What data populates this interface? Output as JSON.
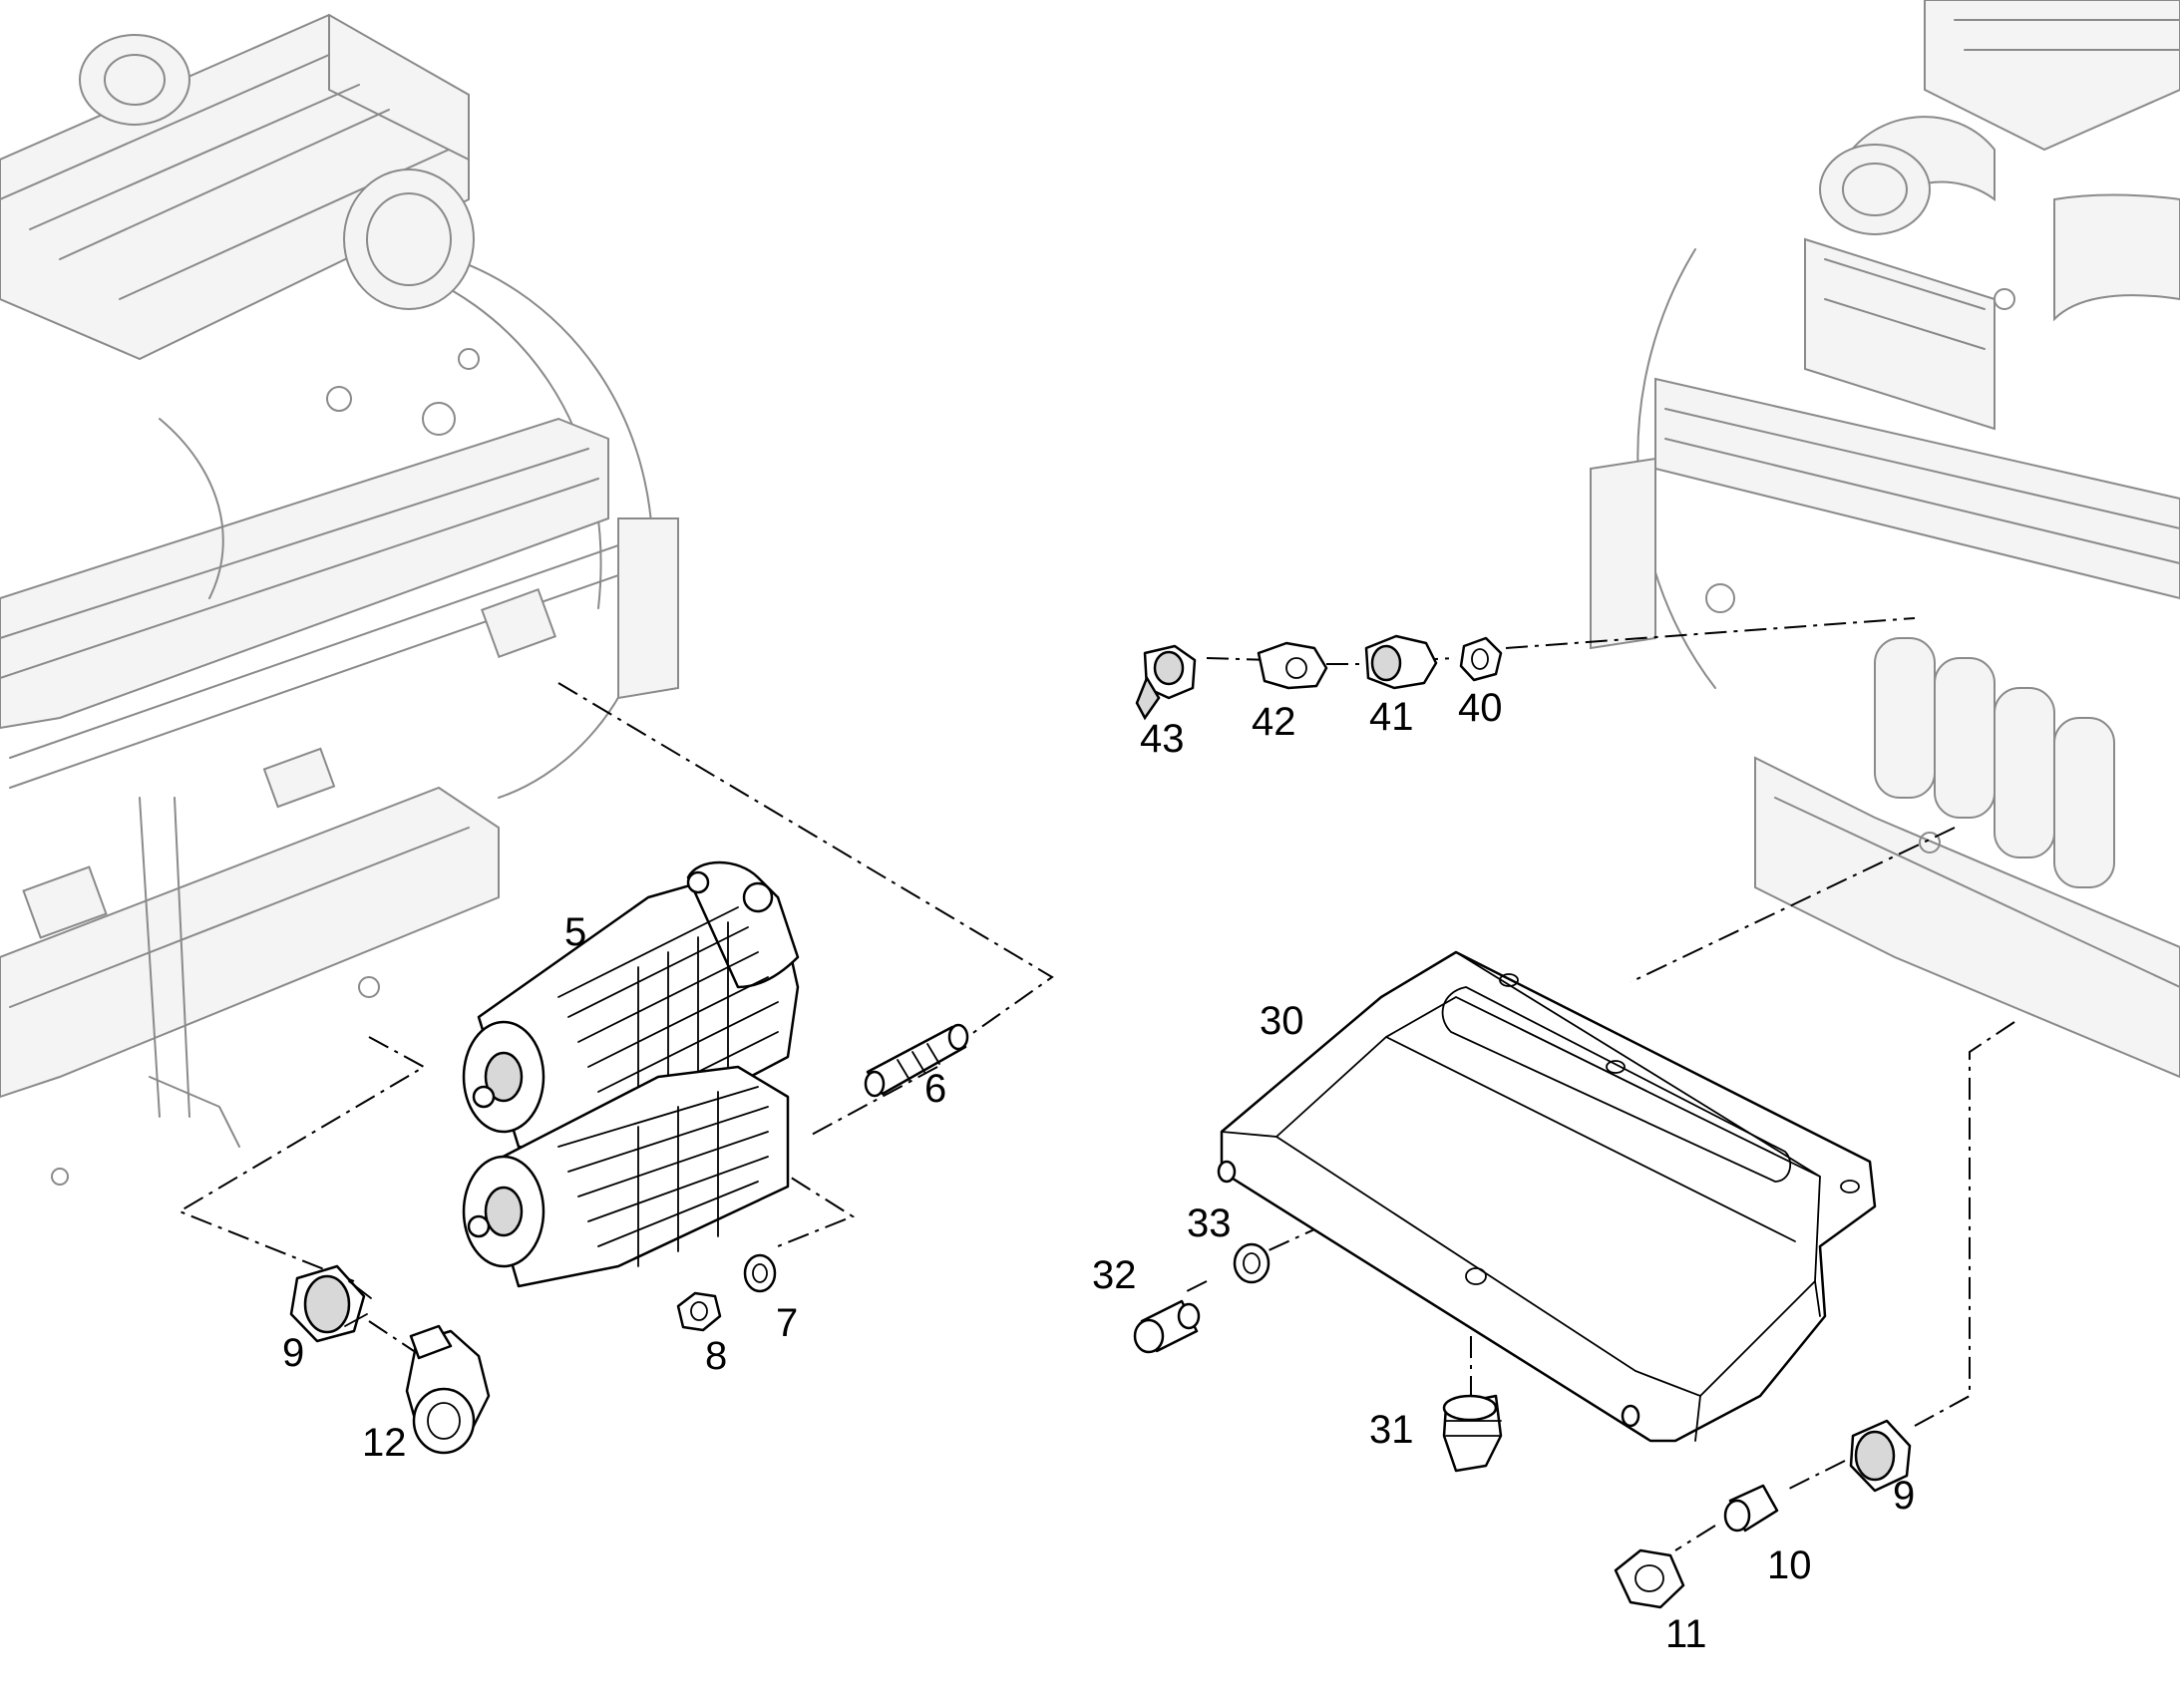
{
  "callouts": {
    "c5": "5",
    "c6": "6",
    "c7": "7",
    "c8": "8",
    "c9a": "9",
    "c12": "12",
    "c30": "30",
    "c31": "31",
    "c32": "32",
    "c33": "33",
    "c9b": "9",
    "c10": "10",
    "c11": "11",
    "c40": "40",
    "c41": "41",
    "c42": "42",
    "c43": "43"
  }
}
